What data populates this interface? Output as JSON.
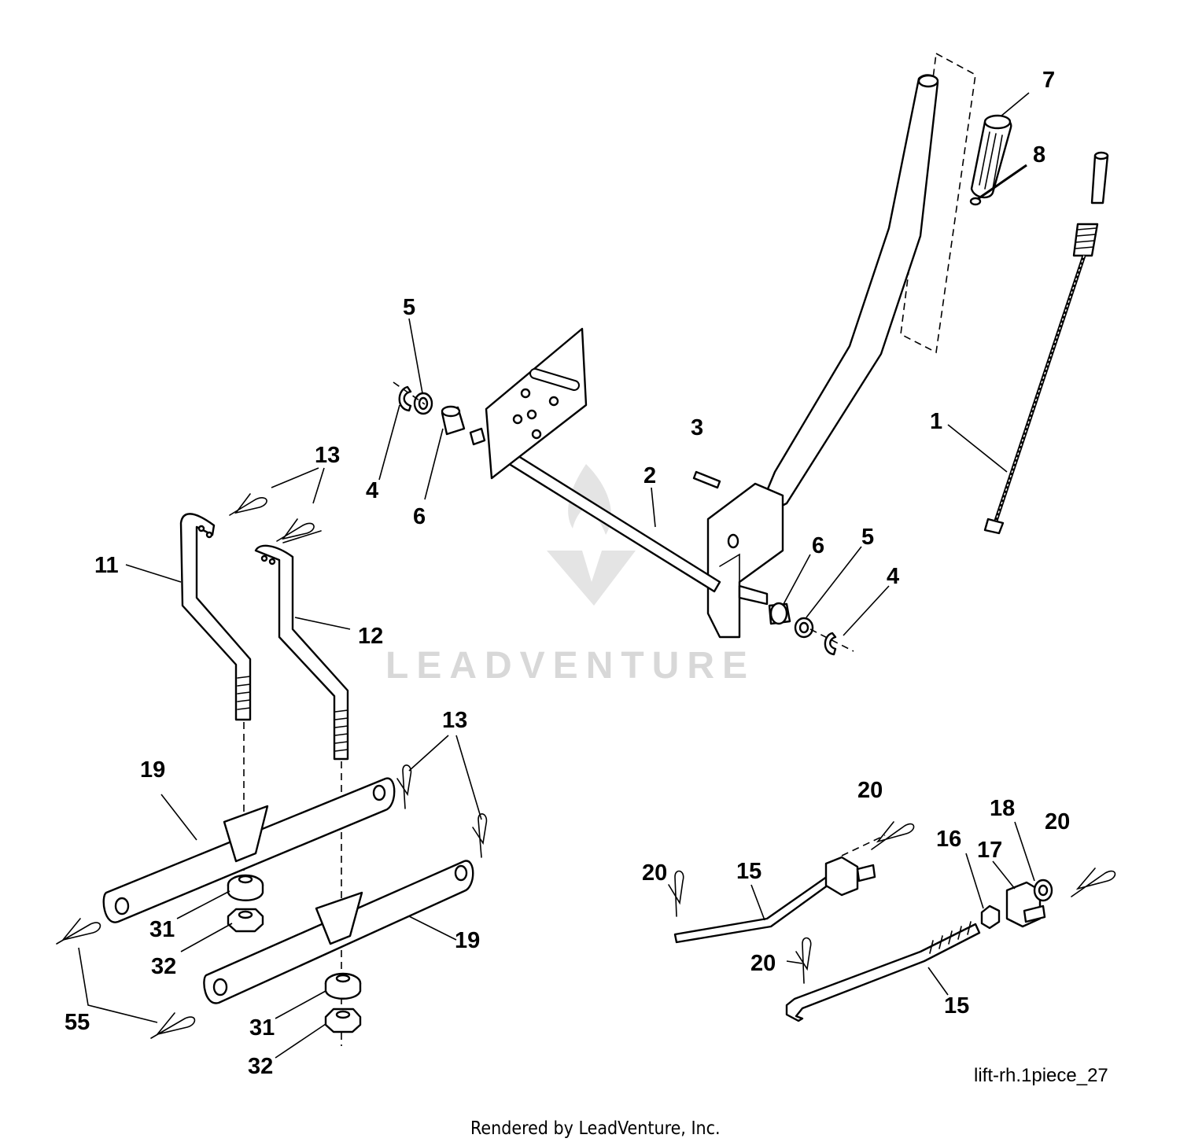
{
  "diagram": {
    "callouts": {
      "c1": "1",
      "c2": "2",
      "c3": "3",
      "c4a": "4",
      "c4b": "4",
      "c5a": "5",
      "c5b": "5",
      "c6a": "6",
      "c6b": "6",
      "c7": "7",
      "c8": "8",
      "c11": "11",
      "c12": "12",
      "c13a": "13",
      "c13b": "13",
      "c15a": "15",
      "c15b": "15",
      "c16": "16",
      "c17": "17",
      "c18": "18",
      "c19a": "19",
      "c19b": "19",
      "c20a": "20",
      "c20b": "20",
      "c20c": "20",
      "c20d": "20",
      "c31a": "31",
      "c31b": "31",
      "c32a": "32",
      "c32b": "32",
      "c55": "55"
    },
    "drawing_ref": "lift-rh.1piece_27",
    "footer": "Rendered by LeadVenture, Inc.",
    "watermark": "LEADVENTURE"
  }
}
